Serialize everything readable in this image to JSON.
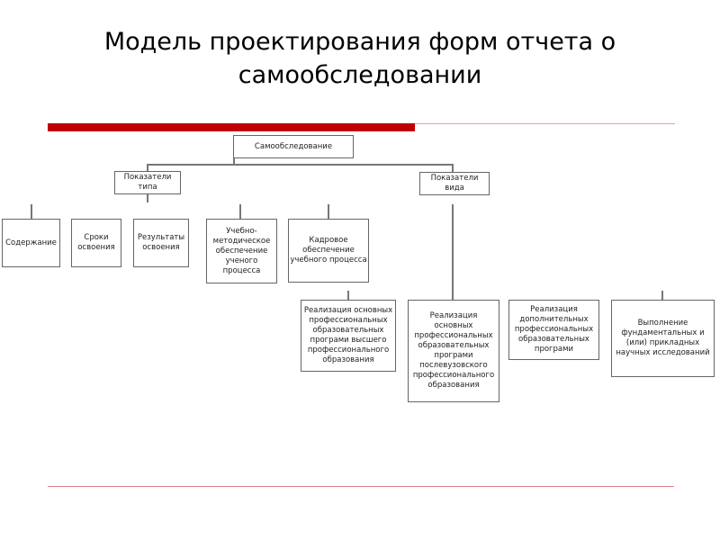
{
  "title": "Модель проектирования форм отчета о самообследовании",
  "colors": {
    "accent": "#c00000",
    "line": "#777777"
  },
  "diagram": {
    "root": "Самообследование",
    "branches": {
      "type": "Показатели типа",
      "kind": "Показатели вида"
    },
    "type_children": [
      "Содержание",
      "Сроки освоения",
      "Результаты освоения",
      "Учебно-методическое обеспечение ученого процесса",
      "Кадровое обеспечение учебного процесса"
    ],
    "kind_children": [
      "Реализация основных профессиональных образовательных програми высшего профессионального образования",
      "Реализация основных профессиональных образовательных програми послевузовского профессионального образования",
      "Реализация дополнительных профессиональных образовательных програми",
      "Выполнение фундаментальных и (или) прикладных научных исследований"
    ]
  }
}
